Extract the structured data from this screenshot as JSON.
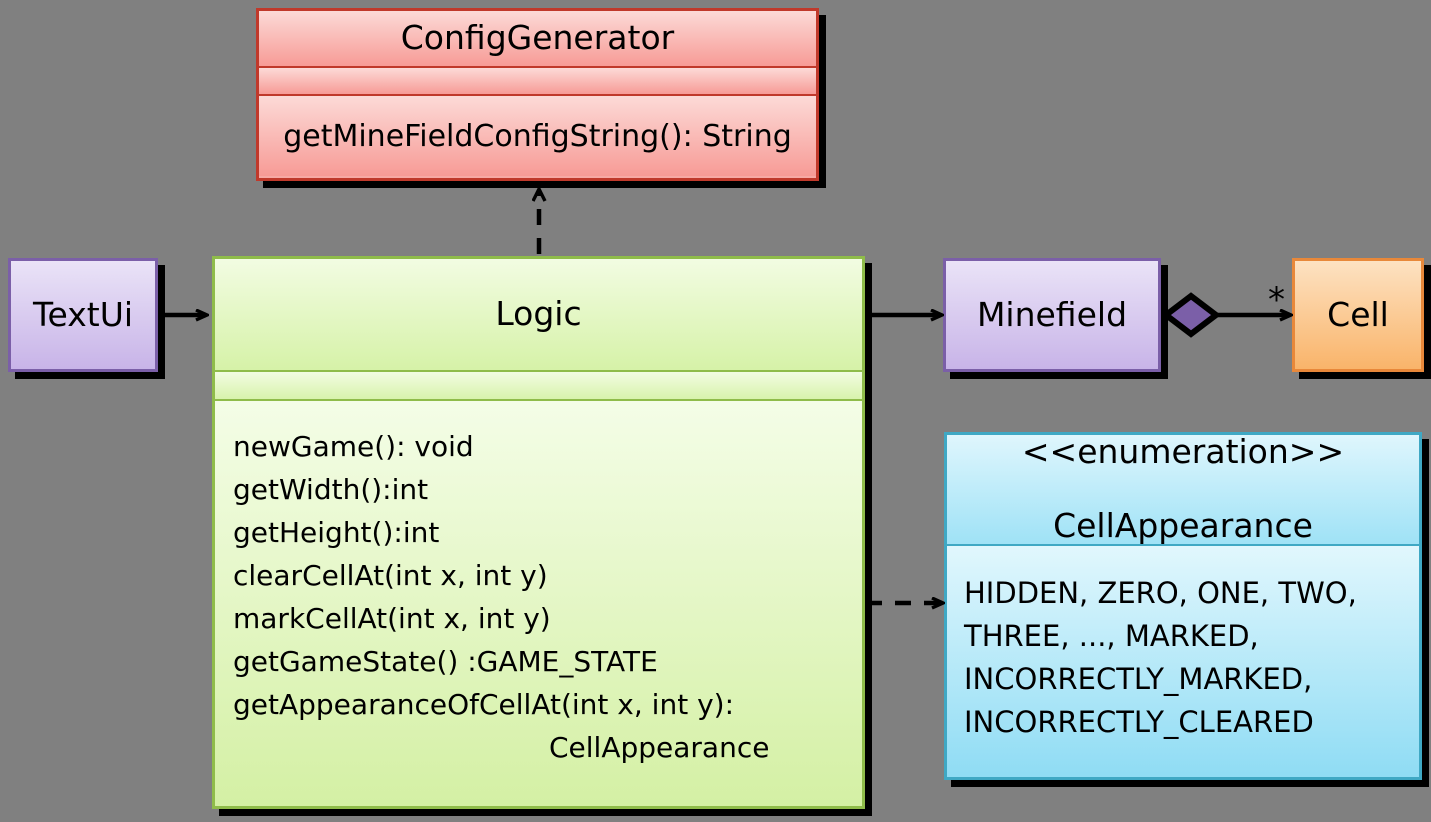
{
  "diagram": {
    "type": "uml-class-diagram",
    "background_color": "#808080"
  },
  "classes": {
    "config_generator": {
      "name": "ConfigGenerator",
      "attributes": [],
      "methods": [
        "getMineFieldConfigString(): String"
      ],
      "fill_color": "#f79b96",
      "border_color": "#c0392b"
    },
    "logic": {
      "name": "Logic",
      "attributes": [],
      "methods": [
        "newGame(): void",
        "getWidth():int",
        "getHeight():int",
        "clearCellAt(int x, int y)",
        "markCellAt(int x, int y)",
        "getGameState() :GAME_STATE",
        "getAppearanceOfCellAt(int x, int y):",
        "CellAppearance"
      ],
      "fill_color": "#d4f0a4",
      "border_color": "#8fbc4a"
    },
    "text_ui": {
      "name": "TextUi",
      "fill_color": "#c8b4e8",
      "border_color": "#7b5fa8"
    },
    "minefield": {
      "name": "Minefield",
      "fill_color": "#c8b4e8",
      "border_color": "#7b5fa8"
    },
    "cell": {
      "name": "Cell",
      "fill_color": "#f9b46a",
      "border_color": "#e8883a"
    },
    "cell_appearance": {
      "stereotype": "<<enumeration>>",
      "name": "CellAppearance",
      "literals_lines": [
        "HIDDEN, ZERO, ONE, TWO,",
        "THREE, ..., MARKED,",
        "INCORRECTLY_MARKED,",
        "INCORRECTLY_CLEARED"
      ],
      "fill_color": "#8fdcf4",
      "border_color": "#3fa8c4"
    }
  },
  "relations": {
    "textui_to_logic": {
      "style": "solid",
      "arrow": "open",
      "label": ""
    },
    "logic_to_configgenerator": {
      "style": "dashed",
      "arrow": "open",
      "label": ""
    },
    "logic_to_minefield": {
      "style": "solid",
      "arrow": "open",
      "label": ""
    },
    "logic_to_cellappearance": {
      "style": "dashed",
      "arrow": "open",
      "label": ""
    },
    "minefield_to_cell": {
      "style": "solid",
      "arrow": "open",
      "source_decoration": "filled-diamond",
      "diamond_color": "#7b5fa8",
      "target_multiplicity": "*"
    }
  }
}
